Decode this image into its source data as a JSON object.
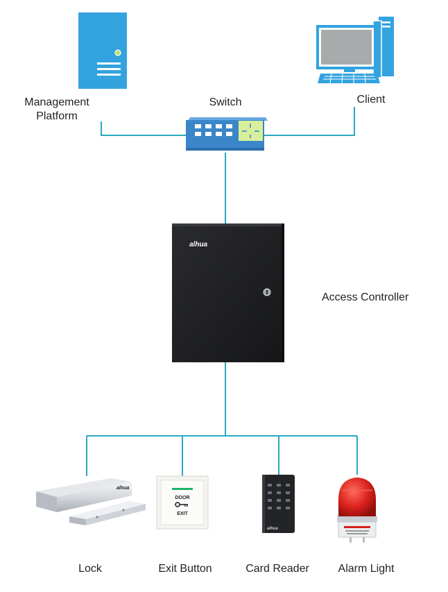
{
  "nodes": {
    "management_platform": {
      "label_line1": "Management",
      "label_line2": "Platform"
    },
    "switch": {
      "label": "Switch"
    },
    "client": {
      "label": "Client"
    },
    "access_controller": {
      "label": "Access Controller",
      "brand_text": "alhua"
    },
    "lock": {
      "label": "Lock",
      "brand_text": "alhua"
    },
    "exit_button": {
      "label": "Exit Button",
      "plate_line1": "DOOR",
      "plate_line2": "EXIT"
    },
    "card_reader": {
      "label": "Card Reader",
      "brand_text": "alhua"
    },
    "alarm_light": {
      "label": "Alarm Light"
    }
  },
  "colors": {
    "connector": "#2aa7bf",
    "server_blue": "#33a3df",
    "switch_blue": "#3a86c8",
    "controller_black": "#1e1f21",
    "alarm_red": "#d8201c"
  }
}
